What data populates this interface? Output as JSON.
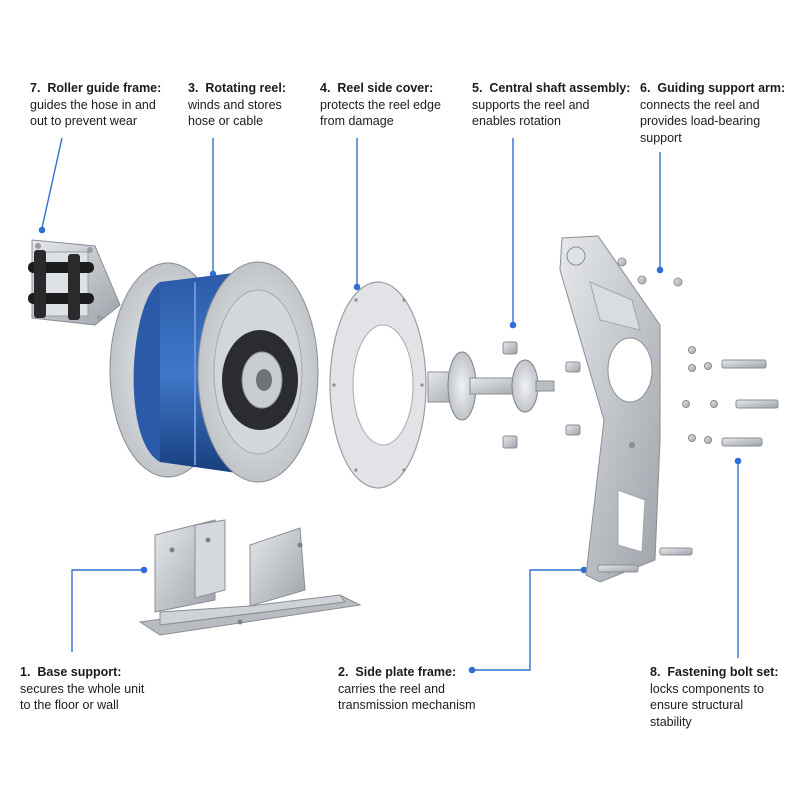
{
  "callouts": [
    {
      "num": "7.",
      "title": "Roller guide frame:",
      "desc": "guides the hose in and\nout to prevent wear"
    },
    {
      "num": "3.",
      "title": "Rotating reel:",
      "desc": "winds and stores\nhose or cable"
    },
    {
      "num": "4.",
      "title": "Reel side cover:",
      "desc": "protects the reel edge\nfrom damage"
    },
    {
      "num": "5.",
      "title": "Central shaft assembly:",
      "desc": "supports the reel and\nenables rotation"
    },
    {
      "num": "6.",
      "title": "Guiding support arm:",
      "desc": "connects the reel and\nprovides load-bearing\nsupport"
    },
    {
      "num": "1.",
      "title": "Base support:",
      "desc": "secures the whole unit\nto the floor or wall"
    },
    {
      "num": "2.",
      "title": "Side plate frame:",
      "desc": "carries the reel and\ntransmission mechanism"
    },
    {
      "num": "8.",
      "title": "Fastening bolt set:",
      "desc": "locks components to\nensure structural\nstability"
    }
  ],
  "colors": {
    "leader": "#2f6fd6",
    "reel_blue": "#1f4f9e",
    "metal": "#c4c7cc",
    "metal_dark": "#8a8e94",
    "text": "#1b1b1b"
  }
}
